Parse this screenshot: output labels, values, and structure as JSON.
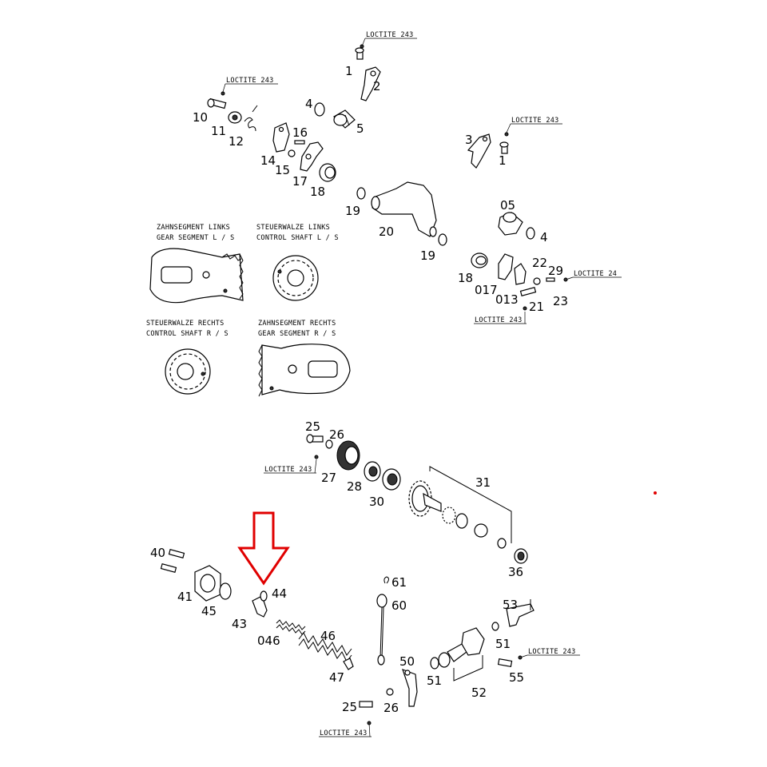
{
  "loctite": {
    "l1": "LOCTITE 243",
    "l2": "LOCTITE 243",
    "l3": "LOCTITE 243",
    "l4": "LOCTITE 24",
    "l5": "LOCTITE 243",
    "l6": "LOCTITE 243",
    "l7": "LOCTITE 243",
    "l8": "LOCTITE 243"
  },
  "insets": {
    "gear_segment_left_de": "ZAHNSEGMENT LINKS",
    "gear_segment_left_en": "GEAR SEGMENT L / S",
    "control_shaft_left_de": "STEUERWALZE LINKS",
    "control_shaft_left_en": "CONTROL SHAFT L / S",
    "control_shaft_right_de": "STEUERWALZE RECHTS",
    "control_shaft_right_en": "CONTROL SHAFT R / S",
    "gear_segment_right_de": "ZAHNSEGMENT RECHTS",
    "gear_segment_right_en": "GEAR SEGMENT R / S"
  },
  "callouts": {
    "c1a": "1",
    "c2": "2",
    "c3": "3",
    "c1b": "1",
    "c4a": "4",
    "c5": "5",
    "c10": "10",
    "c11": "11",
    "c12": "12",
    "c14": "14",
    "c15": "15",
    "c16": "16",
    "c17": "17",
    "c18a": "18",
    "c19a": "19",
    "c20": "20",
    "c19b": "19",
    "c05": "05",
    "c4b": "4",
    "c18b": "18",
    "c017": "017",
    "c013": "013",
    "c22": "22",
    "c29": "29",
    "c21": "21",
    "c23": "23",
    "c25a": "25",
    "c26a": "26",
    "c27": "27",
    "c28": "28",
    "c30": "30",
    "c31": "31",
    "c36": "36",
    "c40": "40",
    "c41": "41",
    "c45": "45",
    "c43": "43",
    "c44": "44",
    "c046": "046",
    "c46": "46",
    "c47": "47",
    "c61": "61",
    "c60": "60",
    "c50": "50",
    "c25b": "25",
    "c26b": "26",
    "c53": "53",
    "c51a": "51",
    "c51b": "51",
    "c52": "52",
    "c55": "55"
  },
  "highlight": {
    "arrow_color": "#e00000",
    "target_part": "44"
  }
}
